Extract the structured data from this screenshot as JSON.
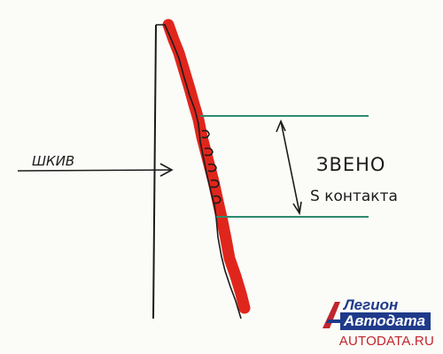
{
  "labels": {
    "pulley": "ШКИВ",
    "link": "ЗВЕНО",
    "contact": "S контакта"
  },
  "watermark": {
    "line1": "Легион",
    "line2": "Автодата",
    "url": "AUTODATA.RU"
  },
  "colors": {
    "belt": "#e0261c",
    "bracket": "#2e8b6c",
    "ink": "#1b1b1b",
    "logo_blue": "#1f3a8a",
    "logo_red": "#c0262d"
  }
}
